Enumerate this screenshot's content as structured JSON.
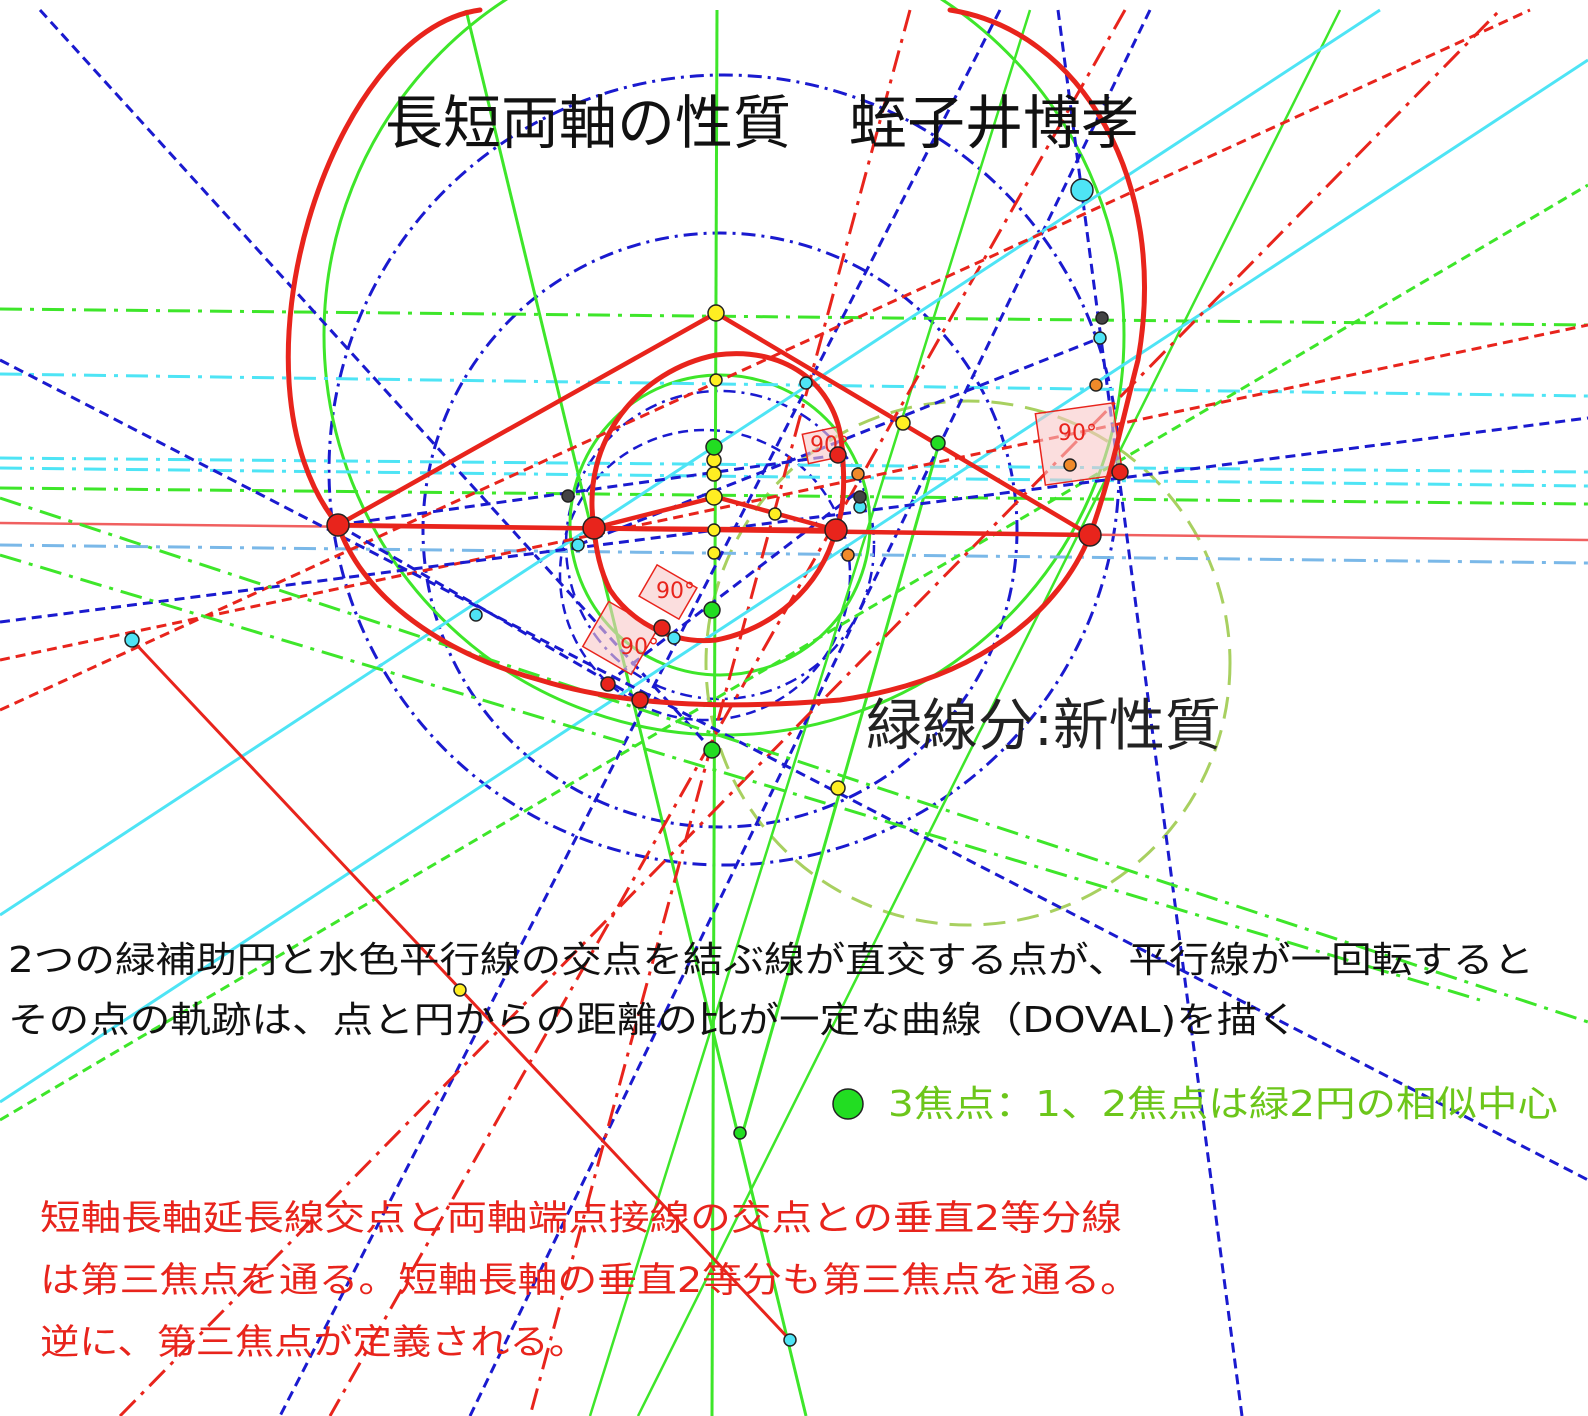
{
  "title": "長短両軸の性質　蛭子井博孝",
  "subtitle": "緑線分:新性質",
  "description": [
    "2つの緑補助円と水色平行線の交点を結ぶ線が直交する点が、平行線が一回転すると",
    "その点の軌跡は、点と円からの距離の比が一定な曲線（DOVAL)を描く"
  ],
  "legend": {
    "marker_color": "#22dd22",
    "text": "3焦点：1、2焦点は緑2円の相似中心"
  },
  "note": [
    "短軸長軸延長線交点と両軸端点接線の交点との垂直2等分線",
    "は第三焦点を通る。短軸長軸の垂直2等分も第三焦点を通る。",
    "逆に、第三焦点が定義される。"
  ],
  "angle_labels": [
    "90°",
    "90°",
    "90°",
    "90°"
  ],
  "colors": {
    "red": "#e8241c",
    "green": "#3ee62a",
    "blue": "#1a1acf",
    "cyan": "#4ee4f5",
    "light_green_dashed": "#a8d060",
    "yellow_point": "#ffee22",
    "orange_point": "#f08a2a",
    "dark_point": "#444444"
  }
}
